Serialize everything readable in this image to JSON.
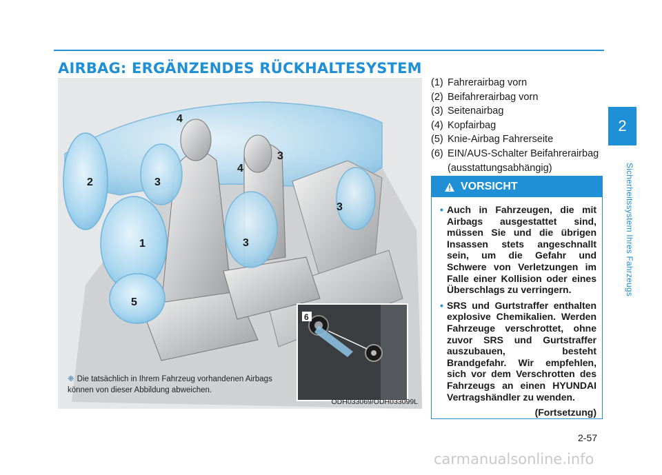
{
  "section": {
    "title": "AIRBAG: ERGÄNZENDES RÜCKHALTESYSTEM",
    "tab_number": "2",
    "tab_label": "Sicherheitssystem Ihres Fahrzeugs",
    "page_number": "2-57"
  },
  "figure": {
    "callouts": [
      "1",
      "2",
      "3",
      "4",
      "5",
      "6"
    ],
    "caption_symbol": "❈",
    "caption": "Die tatsächlich in Ihrem Fahrzeug vorhandenen Airbags können von dieser Abbildung abweichen.",
    "code": "ODH033069/ODH033099L"
  },
  "legend": [
    {
      "num": "(1)",
      "text": "Fahrerairbag vorn"
    },
    {
      "num": "(2)",
      "text": "Beifahrerairbag vorn"
    },
    {
      "num": "(3)",
      "text": "Seitenairbag"
    },
    {
      "num": "(4)",
      "text": "Kopfairbag"
    },
    {
      "num": "(5)",
      "text": "Knie-Airbag Fahrerseite"
    },
    {
      "num": "(6)",
      "text": "EIN/AUS-Schalter Beifahrerairbag",
      "sub": "(ausstattungsabhängig)"
    }
  ],
  "caution": {
    "title": "VORSICHT",
    "bullets": [
      "Auch in Fahrzeugen, die mit Airbags ausgestattet sind, müssen Sie und die übrigen Insassen stets angeschnallt sein, um die Gefahr und Schwere von Verletzungen im Falle einer Kollision oder eines Überschlags zu verringern.",
      "SRS und Gurtstraffer enthalten explosive Chemikalien. Werden Fahrzeuge verschrottet, ohne zuvor SRS und Gurtstraffer auszubauen, besteht Brandgefahr. Wir empfehlen, sich vor dem Verschrotten des Fahrzeugs an einen HYUNDAI Vertragshändler zu wenden."
    ],
    "continued": "(Fortsetzung)"
  },
  "watermark": "carmanualsonline.info",
  "colors": {
    "accent": "#1f8fd6",
    "airbag": "#a9d6ef"
  },
  "icons": {
    "caution": "warning-triangle-icon"
  }
}
